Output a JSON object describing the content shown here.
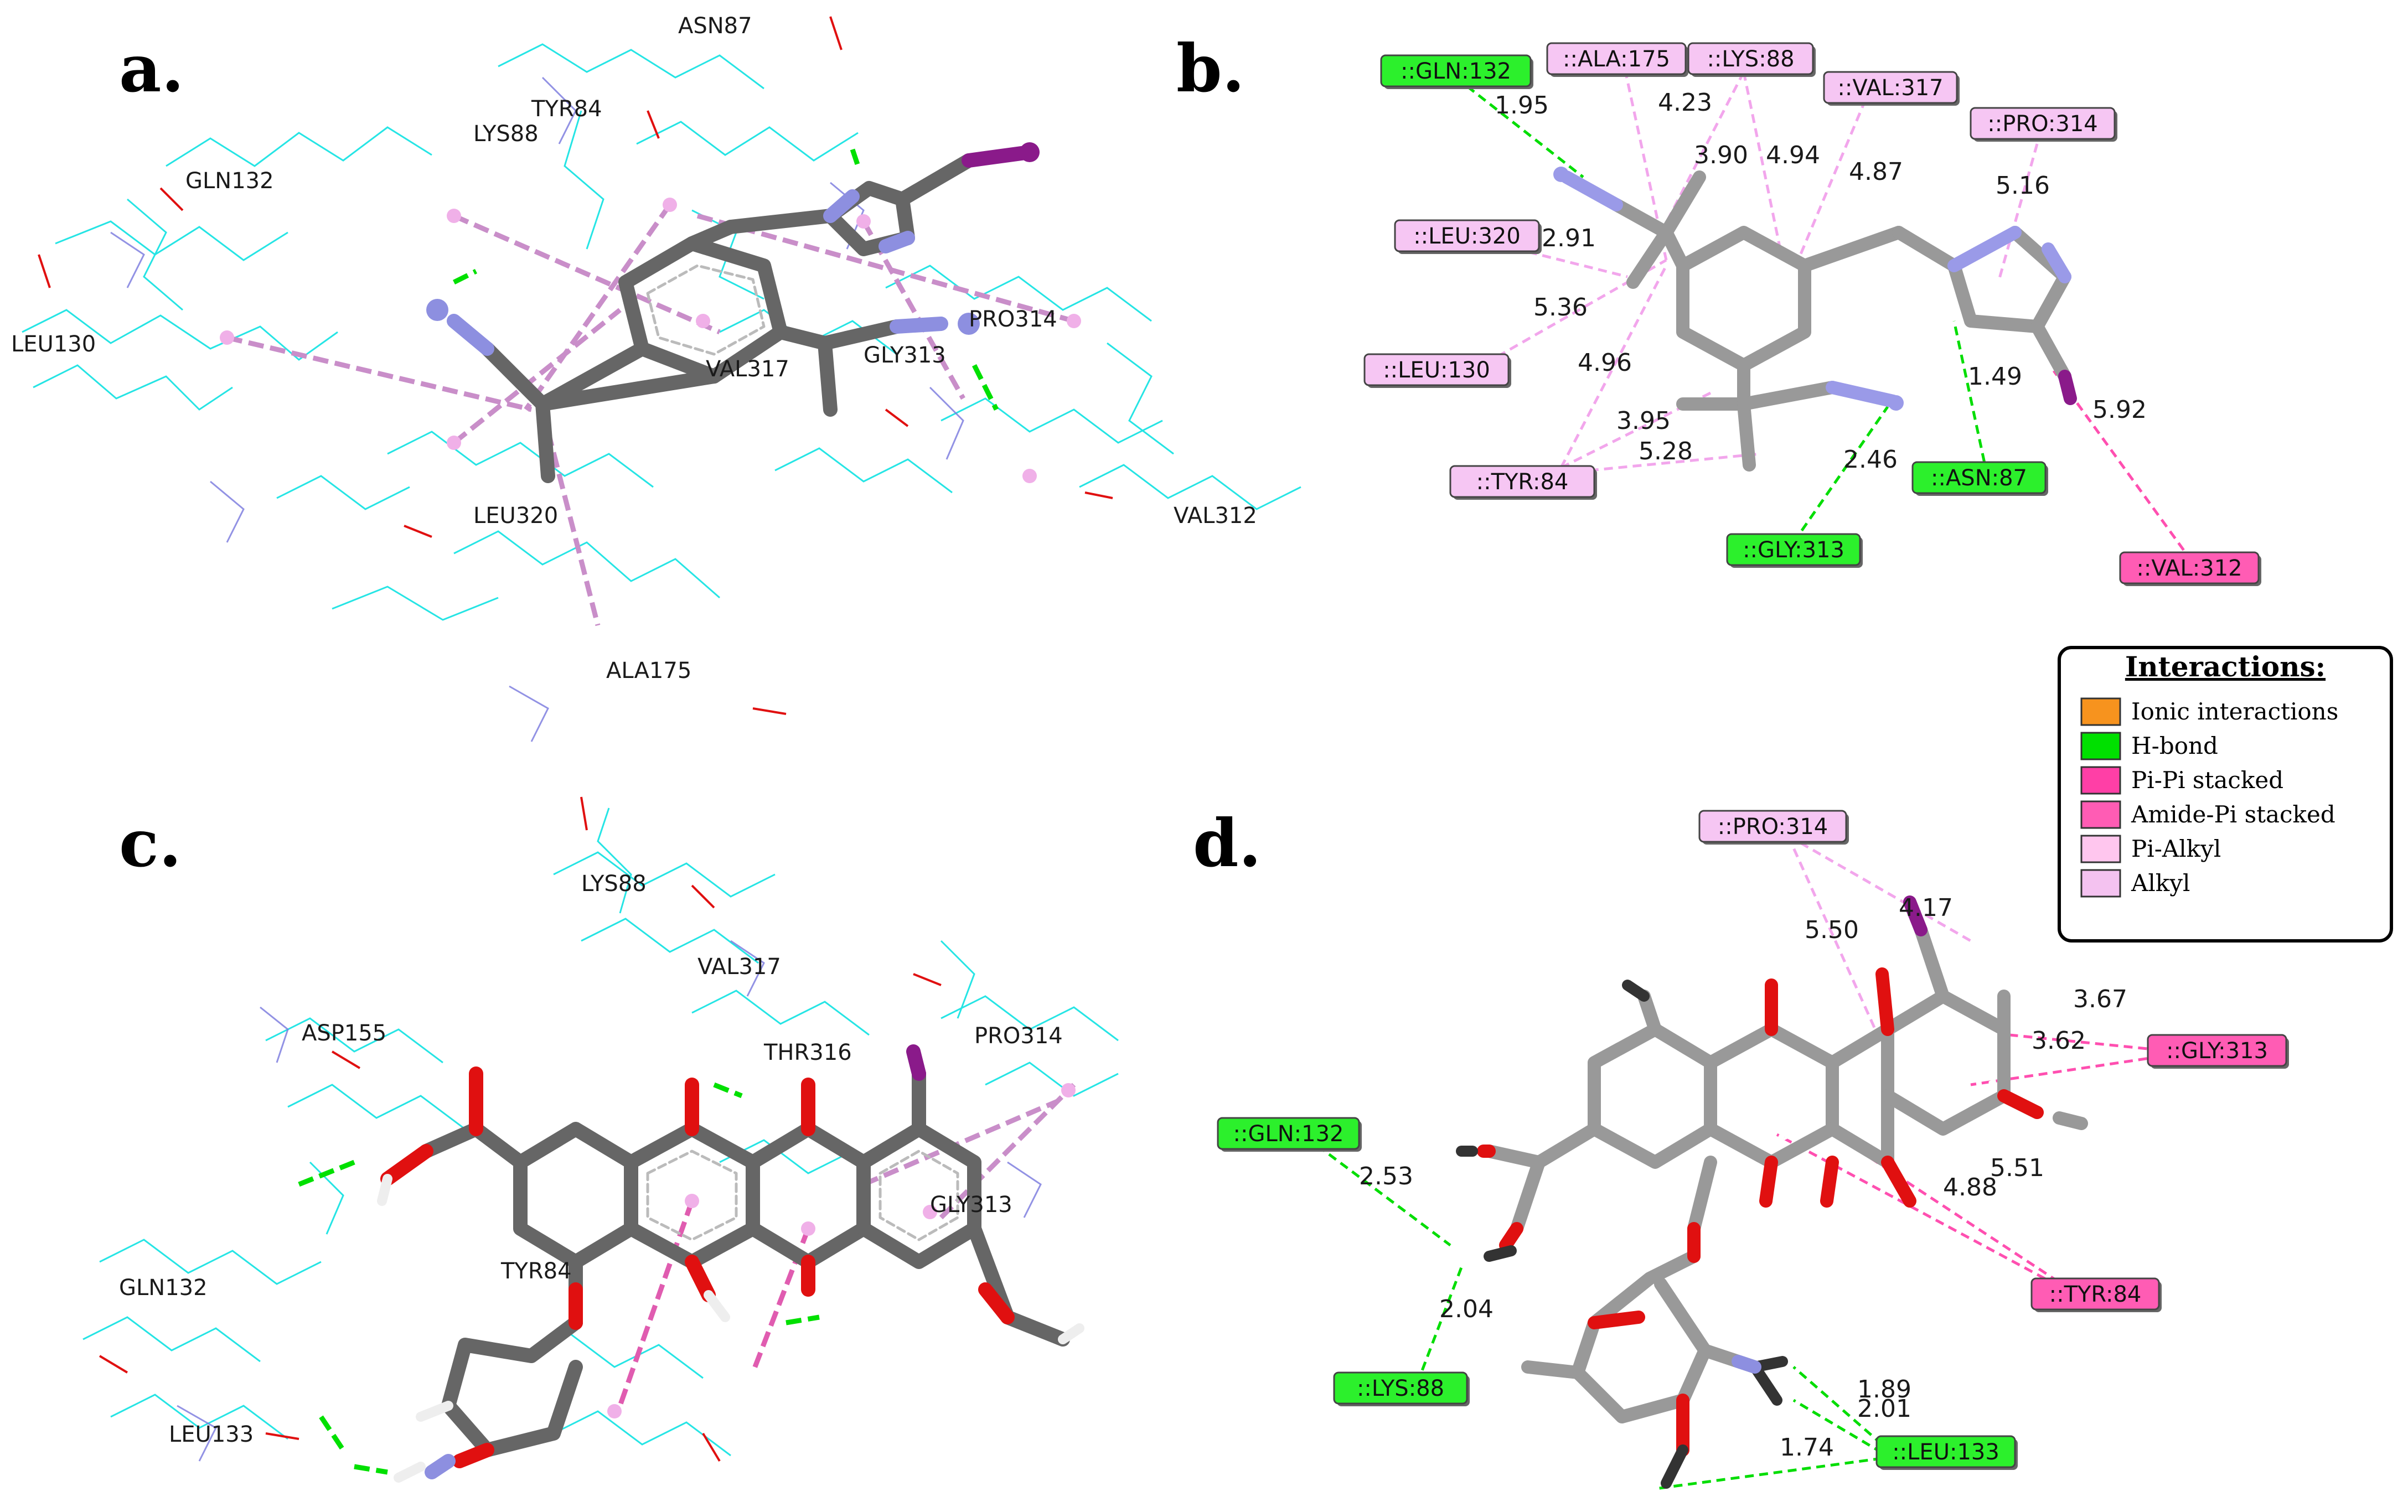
{
  "panels": {
    "a": "a.",
    "b": "b.",
    "c": "c.",
    "d": "d."
  },
  "residues_a": [
    "ASN87",
    "TYR84",
    "LYS88",
    "GLN132",
    "LEU130",
    "PRO314",
    "GLY313",
    "VAL317",
    "LEU320",
    "VAL312",
    "ALA175"
  ],
  "residues_c": [
    "LYS88",
    "VAL317",
    "THR316",
    "PRO314",
    "ASP155",
    "GLN132",
    "TYR84",
    "LEU133",
    "GLY313"
  ],
  "tags_b": [
    {
      "label": "::GLN:132",
      "type": "hbond"
    },
    {
      "label": "::ALA:175",
      "type": "alkyl"
    },
    {
      "label": "::LYS:88",
      "type": "alkyl"
    },
    {
      "label": "::VAL:317",
      "type": "alkyl"
    },
    {
      "label": "::PRO:314",
      "type": "alkyl"
    },
    {
      "label": "::LEU:320",
      "type": "alkyl"
    },
    {
      "label": "::LEU:130",
      "type": "alkyl"
    },
    {
      "label": "::TYR:84",
      "type": "alkyl"
    },
    {
      "label": "::ASN:87",
      "type": "hbond"
    },
    {
      "label": "::GLY:313",
      "type": "hbond"
    },
    {
      "label": "::VAL:312",
      "type": "pipi"
    }
  ],
  "distances_b": [
    "1.95",
    "4.23",
    "3.90",
    "4.94",
    "4.87",
    "5.16",
    "2.91",
    "5.36",
    "4.96",
    "3.95",
    "5.28",
    "2.46",
    "1.49",
    "5.92"
  ],
  "tags_d": [
    {
      "label": "::PRO:314",
      "type": "alkyl"
    },
    {
      "label": "::GLY:313",
      "type": "pipi"
    },
    {
      "label": "::GLN:132",
      "type": "hbond"
    },
    {
      "label": "::TYR:84",
      "type": "pipi"
    },
    {
      "label": "::LYS:88",
      "type": "hbond"
    },
    {
      "label": "::LEU:133",
      "type": "hbond"
    }
  ],
  "distances_d": [
    "4.17",
    "5.50",
    "3.67",
    "3.62",
    "5.51",
    "4.88",
    "2.53",
    "2.04",
    "1.89",
    "2.01",
    "1.74"
  ],
  "legend": {
    "title": "Interactions:",
    "items": [
      {
        "label": "Ionic interactions",
        "color": "#f7931e"
      },
      {
        "label": "H-bond",
        "color": "#00e000"
      },
      {
        "label": "Pi-Pi stacked",
        "color": "#ff3fa6"
      },
      {
        "label": "Amide-Pi stacked",
        "color": "#ff5cb4"
      },
      {
        "label": "Pi-Alkyl",
        "color": "#ffc6ee"
      },
      {
        "label": "Alkyl",
        "color": "#f4c2f0"
      }
    ]
  },
  "colors": {
    "hbond": "#00e000",
    "pipi": "#ff5cb4",
    "alkyl": "#f5c6f3",
    "carbon": "#8a8a8a",
    "nitrogen": "#8d8fe0",
    "iodine": "#8a1a8a",
    "oxygen": "#e01010",
    "protein": "#00e0e0"
  }
}
